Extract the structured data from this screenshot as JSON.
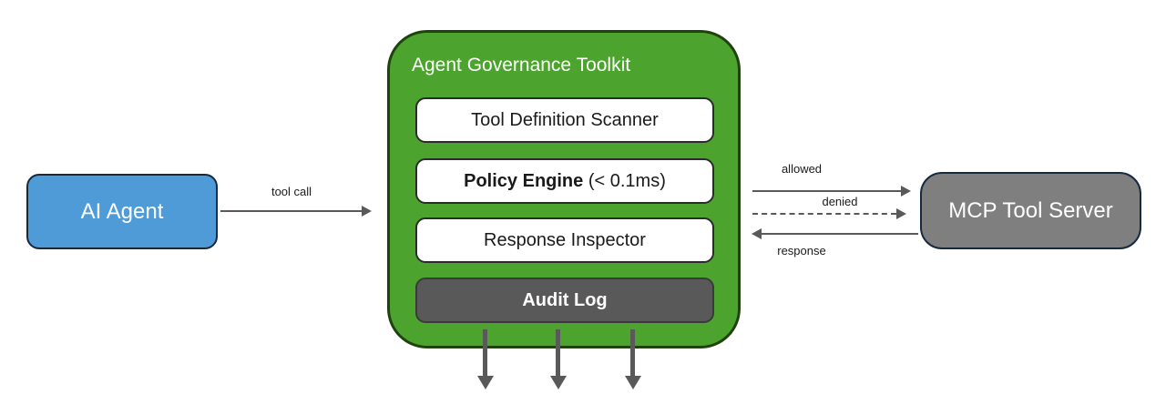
{
  "nodes": {
    "agent": {
      "label": "AI Agent"
    },
    "server": {
      "label": "MCP Tool Server"
    }
  },
  "toolkit": {
    "title": "Agent Governance Toolkit",
    "modules": [
      {
        "text": "Tool Definition Scanner"
      },
      {
        "bold": "Policy Engine",
        "rest": " (< 0.1ms)"
      },
      {
        "text": "Response Inspector"
      }
    ],
    "audit_label": "Audit Log"
  },
  "edges": {
    "tool_call": "tool call",
    "allowed": "allowed",
    "denied": "denied",
    "response": "response"
  },
  "colors": {
    "agent_fill": "#4E9BD8",
    "agent_border": "#17293E",
    "toolkit_fill": "#4CA42E",
    "toolkit_border": "#1F430F",
    "module_fill": "#FFFFFF",
    "module_border": "#2B2B2B",
    "audit_fill": "#595959",
    "audit_border": "#3A3A3A",
    "server_fill": "#7F7F7F",
    "server_border": "#17293E",
    "arrow": "#595959",
    "label_text": "#1A1A1A"
  }
}
